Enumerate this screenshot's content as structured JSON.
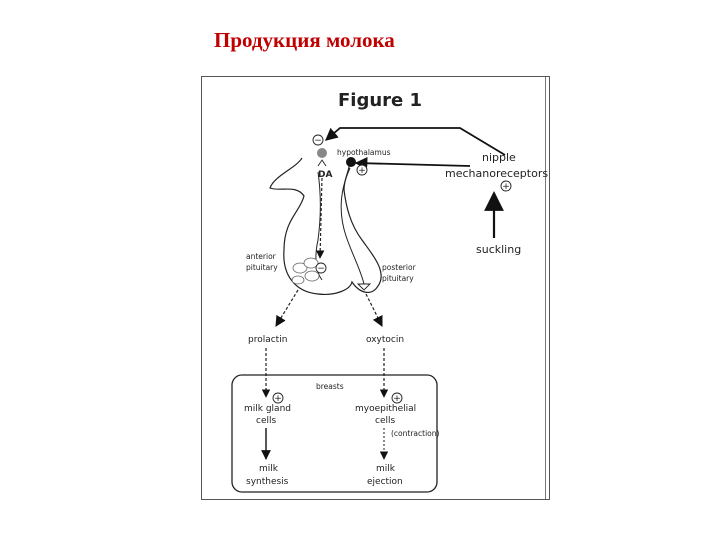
{
  "slide": {
    "title": "Продукция молока"
  },
  "figure": {
    "heading": "Figure 1",
    "labels": {
      "hypothalamus": "hypothalamus",
      "da": "DA",
      "nipple_line1": "nipple",
      "nipple_line2": "mechanoreceptors",
      "suckling": "suckling",
      "anterior_line1": "anterior",
      "anterior_line2": "pituitary",
      "posterior_line1": "posterior",
      "posterior_line2": "pituitary",
      "prolactin": "prolactin",
      "oxytocin": "oxytocin",
      "breasts": "breasts",
      "milk_gland_line1": "milk gland",
      "milk_gland_line2": "cells",
      "myoepithelial_line1": "myoepithelial",
      "myoepithelial_line2": "cells",
      "contraction": "(contraction)",
      "milk_synthesis_line1": "milk",
      "milk_synthesis_line2": "synthesis",
      "milk_ejection_line1": "milk",
      "milk_ejection_line2": "ejection"
    },
    "signs": {
      "minus": "−",
      "plus": "+"
    }
  }
}
